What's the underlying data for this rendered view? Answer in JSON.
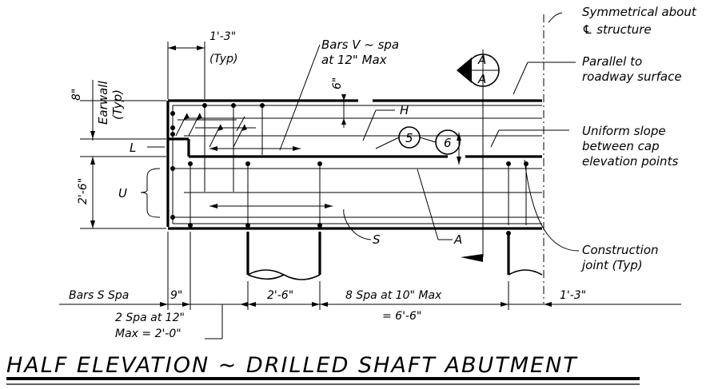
{
  "title": "HALF ELEVATION ~ DRILLED SHAFT ABUTMENT",
  "labels": {
    "symmetrical_1": "Symmetrical about",
    "symmetrical_2": "℄ structure",
    "parallel_1": "Parallel to",
    "parallel_2": "roadway surface",
    "uniform_1": "Uniform slope",
    "uniform_2": "between cap",
    "uniform_3": "elevation points",
    "construction_1": "Construction",
    "construction_2": "joint (Typ)",
    "bars_v_1": "Bars V ~ spa",
    "bars_v_2": "at 12\" Max",
    "bar_h": "H",
    "bar_l": "L",
    "bar_u": "U",
    "bar_s": "S",
    "bar_a": "A",
    "earwall_1": "Earwall",
    "earwall_2": "(Typ)",
    "section_top": "A",
    "section_bottom": "A",
    "circle_5": "5",
    "circle_6": "6"
  },
  "dimensions": {
    "top_spacing": "1'-3\"",
    "top_spacing_note": "(Typ)",
    "wall_height": "8\"",
    "cap_height": "2'-6\"",
    "cover": "6\"",
    "bars_s_spa": "Bars S Spa",
    "nine_in": "9\"",
    "shaft_width": "2'-6\"",
    "spacing_8": "8 Spa at 10\" Max",
    "spacing_8_total": "= 6'-6\"",
    "right_end": "1'-3\"",
    "two_spa_1": "2 Spa at 12\"",
    "two_spa_2": "Max = 2'-0\""
  }
}
